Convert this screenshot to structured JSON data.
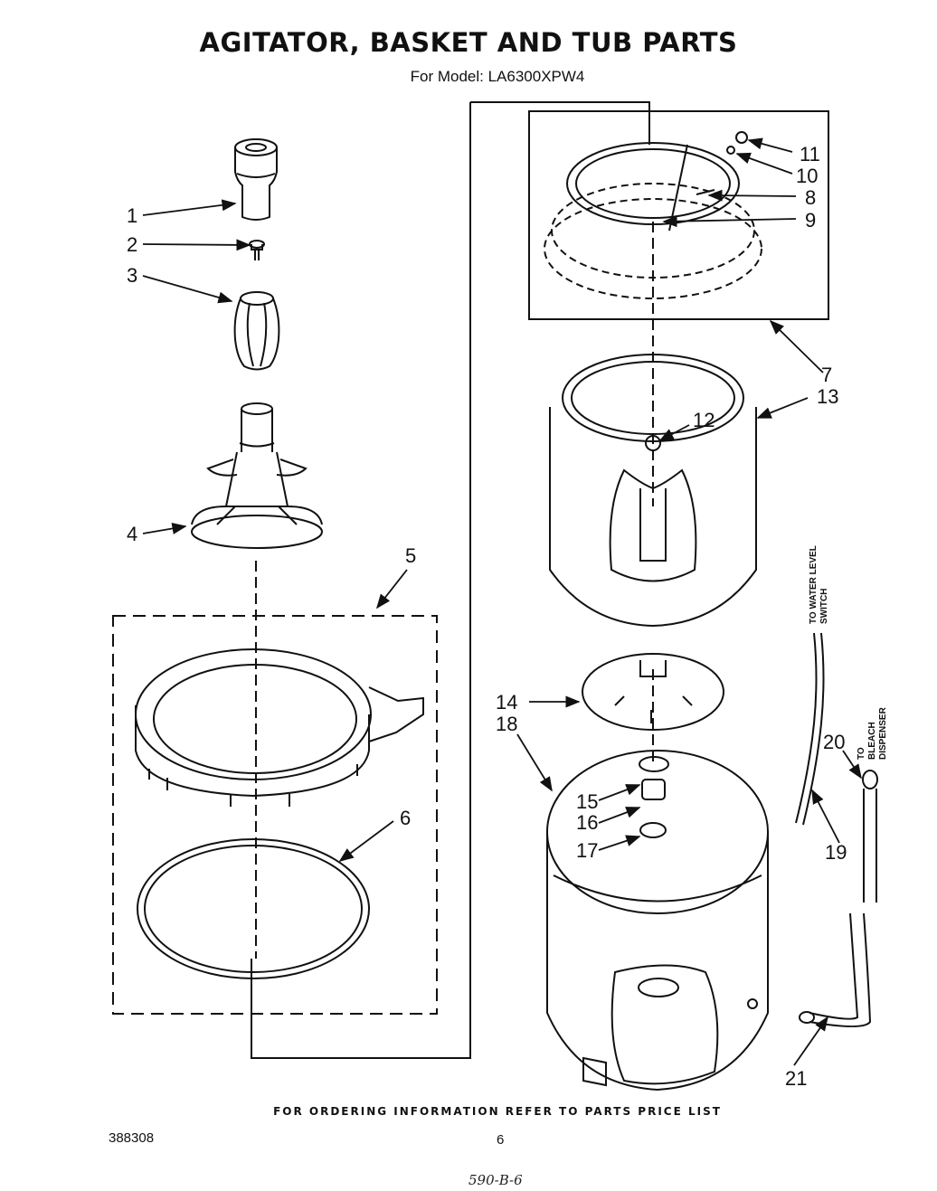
{
  "title": "AGITATOR, BASKET AND TUB PARTS",
  "subtitle": "For Model: LA6300XPW4",
  "footer": "FOR ORDERING INFORMATION REFER TO PARTS PRICE LIST",
  "doc_number": "388308",
  "page_number": "6",
  "handwritten_note": "590-B-6",
  "callouts": {
    "c1": "1",
    "c2": "2",
    "c3": "3",
    "c4": "4",
    "c5": "5",
    "c6": "6",
    "c7": "7",
    "c8": "8",
    "c9": "9",
    "c10": "10",
    "c11": "11",
    "c12": "12",
    "c13": "13",
    "c14": "14",
    "c15": "15",
    "c16": "16",
    "c17": "17",
    "c18": "18",
    "c19": "19",
    "c20": "20",
    "c21": "21"
  },
  "notes": {
    "water_level_1": "TO WATER LEVEL",
    "water_level_2": "SWITCH",
    "bleach_1": "TO",
    "bleach_2": "BLEACH",
    "bleach_3": "DISPENSER"
  }
}
